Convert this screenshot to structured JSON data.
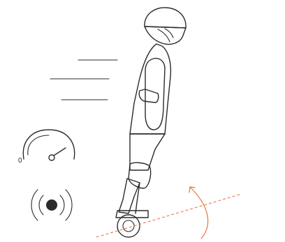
{
  "illustration": {
    "speedometer": {
      "zero_label": "0"
    },
    "colors": {
      "line": "#2b2b2b",
      "accent": "#e8733a",
      "dot": "#2b2b2b",
      "background": "#ffffff"
    },
    "icons": [
      "rider-figure",
      "helmet-icon",
      "speed-lines",
      "speedometer-icon",
      "sensor-icon",
      "tilt-arrow",
      "wheel-icon"
    ]
  }
}
